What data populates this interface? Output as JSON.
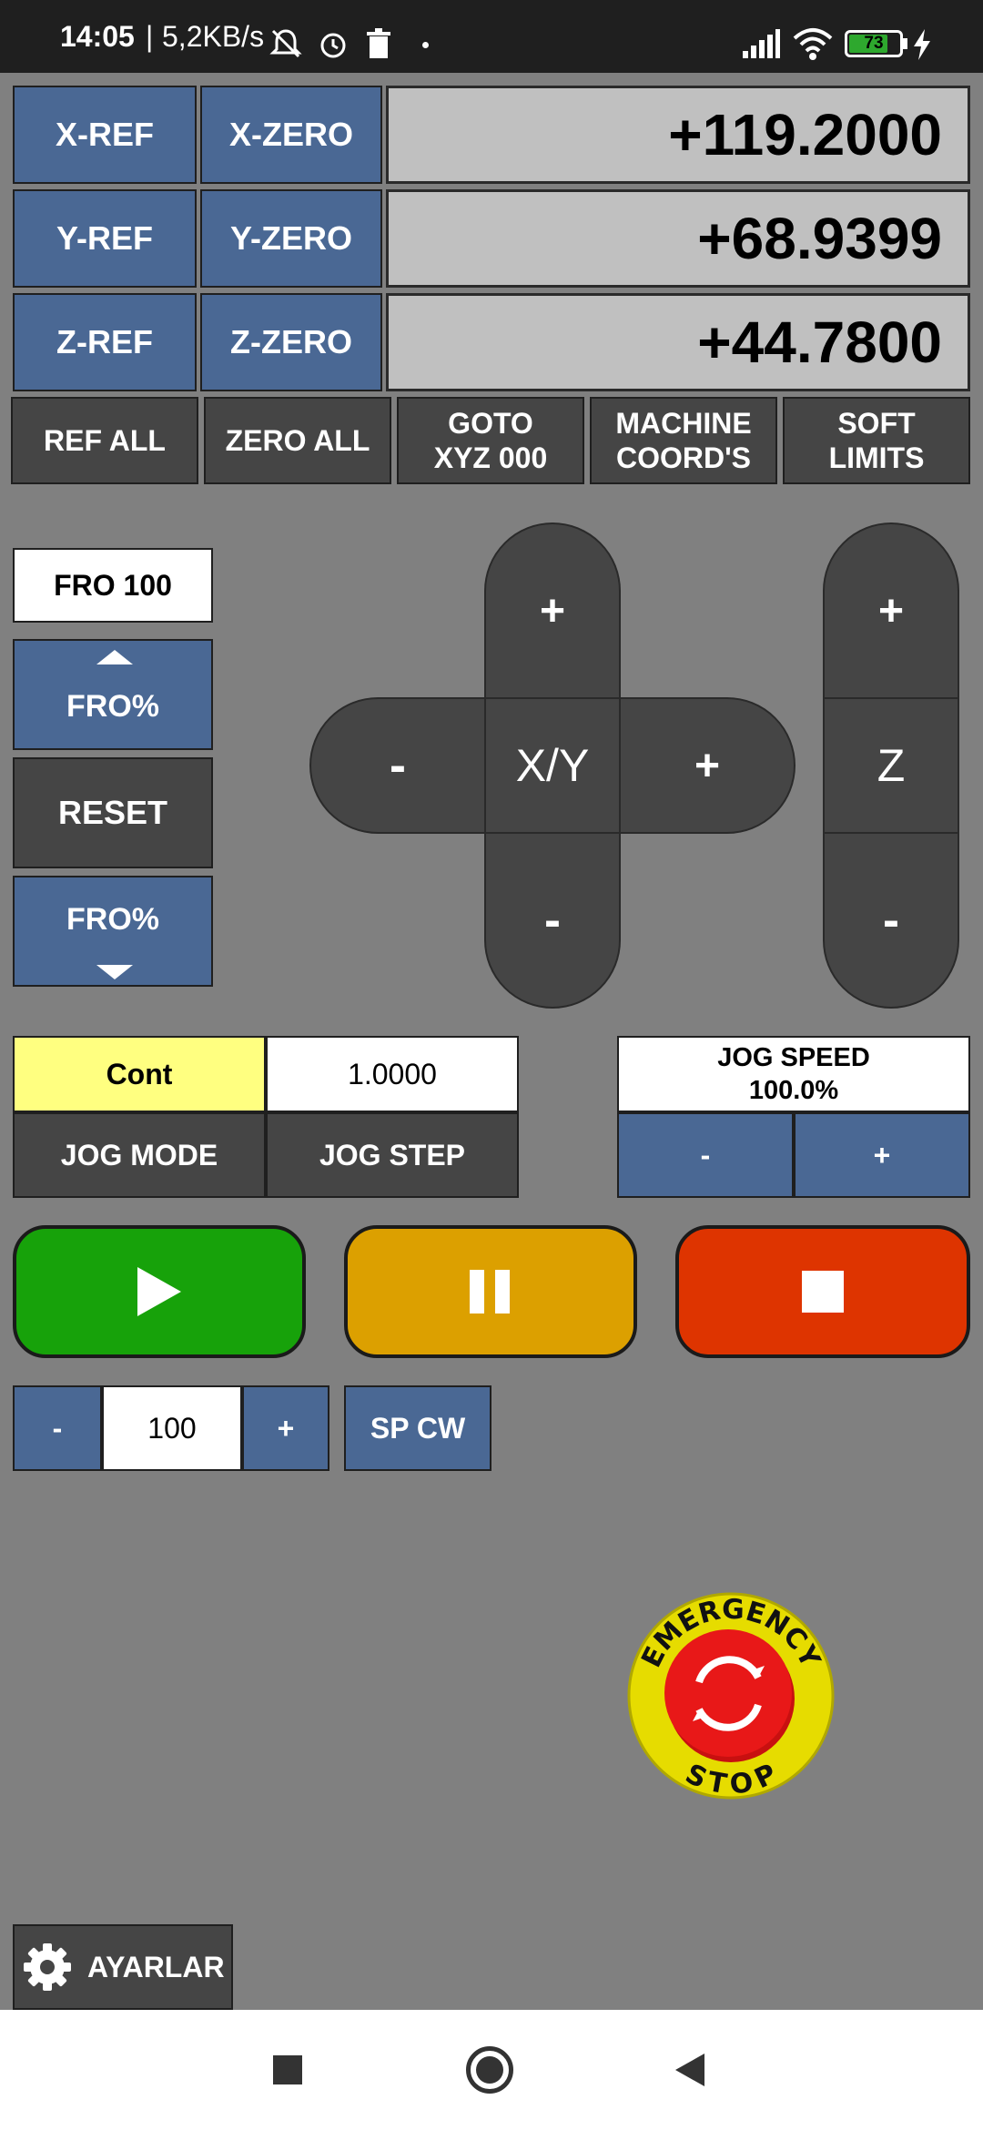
{
  "status_bar": {
    "time": "14:05",
    "net_speed": "5,2KB/s",
    "battery_level": "73",
    "icons": [
      "bell-off-icon",
      "alarm-icon",
      "trash-icon",
      "signal-icon",
      "wifi-icon",
      "battery-icon",
      "charging-icon"
    ]
  },
  "axes": [
    {
      "ref_label": "X-REF",
      "zero_label": "X-ZERO",
      "value": "+119.2000"
    },
    {
      "ref_label": "Y-REF",
      "zero_label": "Y-ZERO",
      "value": "+68.9399"
    },
    {
      "ref_label": "Z-REF",
      "zero_label": "Z-ZERO",
      "value": "+44.7800"
    }
  ],
  "actions": [
    {
      "label": "REF ALL"
    },
    {
      "label": "ZERO ALL"
    },
    {
      "label": "GOTO\nXYZ 000"
    },
    {
      "label": "MACHINE\nCOORD'S"
    },
    {
      "label": "SOFT\nLIMITS"
    }
  ],
  "fro": {
    "display": "FRO 100",
    "up_label": "FRO%",
    "reset_label": "RESET",
    "down_label": "FRO%"
  },
  "jog_xy": {
    "center": "X/Y",
    "plus": "+",
    "minus": "-"
  },
  "jog_z": {
    "center": "Z",
    "plus": "+",
    "minus": "-"
  },
  "jog_mode": {
    "value": "Cont",
    "label": "JOG MODE"
  },
  "jog_step": {
    "value": "1.0000",
    "label": "JOG STEP"
  },
  "jog_speed": {
    "label": "JOG SPEED",
    "value": "100.0%",
    "minus": "-",
    "plus": "+"
  },
  "spindle": {
    "minus": "-",
    "value": "100",
    "plus": "+",
    "dir_label": "SP CW"
  },
  "estop": {
    "top_text": "EMERGENCY",
    "bottom_text": "STOP"
  },
  "settings": {
    "label": "AYARLAR"
  },
  "colors": {
    "start": "#17a20a",
    "pause": "#dca000",
    "stop": "#de3400",
    "blue_button": "#4a6894",
    "dark_button": "#454545",
    "background": "#808080"
  }
}
